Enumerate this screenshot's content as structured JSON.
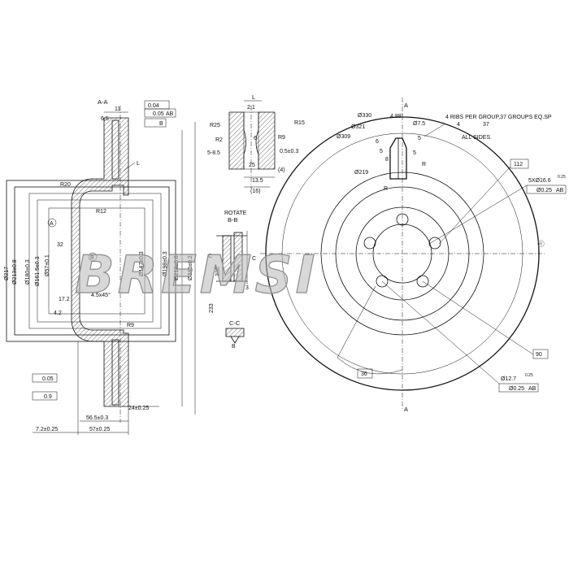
{
  "brand": {
    "watermark": "BREMSI",
    "registered": "®"
  },
  "section_aa": {
    "title": "A-A",
    "dims_top": [
      "11",
      "6.5"
    ],
    "tolerance_top": [
      "0.04",
      "0.05",
      "AB",
      "B"
    ],
    "r20": "R20",
    "r12": "R12",
    "r9": "R9",
    "l": "L",
    "marker_a": "A",
    "marker_b": "B",
    "angle_32": "32",
    "dim_17_2": "17.2",
    "dim_4_2": "4.2",
    "chamfer": "4.5x45°",
    "diameters": [
      "Ø217",
      "Ø213±0.8",
      "Ø180±0.3",
      "Ø161.5±0.3",
      "Ø57±0.1",
      "Ø147±0.3",
      "Ø198±0.3",
      "Ø213±0.8",
      "Ø345±0.2"
    ],
    "tol_bottom": [
      "0.05",
      "0.9"
    ],
    "bottom_dims": [
      "24±0.25",
      "56.5±0.3",
      "7.2±0.25",
      "57±0.25"
    ]
  },
  "detail_l": {
    "title": "L",
    "scale": "2:1",
    "labels": [
      "R25",
      "R2",
      "5-8.5",
      "R9",
      "R15",
      "0.5±0.3",
      "6",
      "25",
      "13.5",
      "(4)",
      "(16)"
    ]
  },
  "section_bb": {
    "rotate": "ROTATE",
    "title": "B-B",
    "c": "C",
    "dim_233": "233",
    "dim_330": "330",
    "dim_3": "3"
  },
  "section_cc": {
    "title": "C-C",
    "b": "B"
  },
  "front_view": {
    "marker_a": "A",
    "note_lines": [
      "4 RIBS PER GROUP,37 GROUPS EQ.SP",
      "4",
      "37",
      "ALL SIDES"
    ],
    "dims": [
      "Ø330",
      "Ø321",
      "Ø309",
      "4.88°",
      "Ø7.5",
      "Ø219",
      "5",
      "5",
      "6",
      "8",
      "5",
      "R",
      "R"
    ],
    "box_112": "112",
    "bolt": "5XØ16.6",
    "bolt_sup": "0.25",
    "bolt_tol": "Ø0.25",
    "bolt_ref": "AB",
    "box_90": "90",
    "box_36": "36",
    "hole": "Ø12.7",
    "hole_sup": "0.25",
    "hole_tol": "Ø0.25",
    "hole_ref": "AB"
  }
}
